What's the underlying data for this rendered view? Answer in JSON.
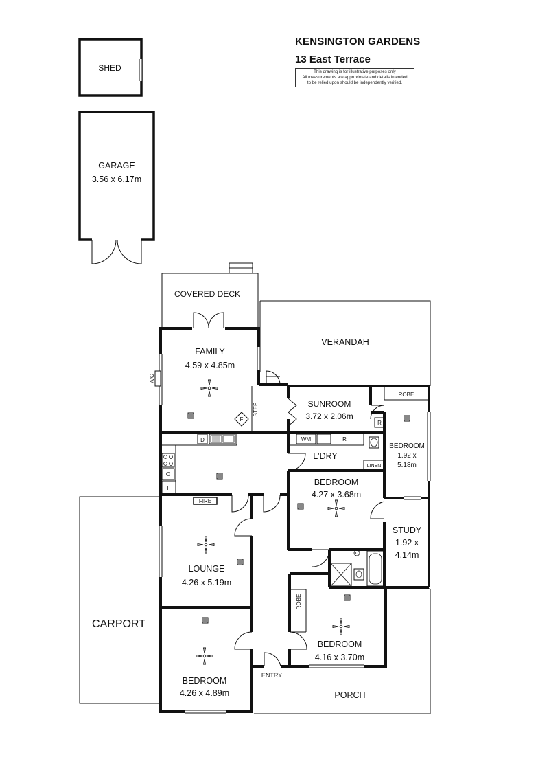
{
  "header": {
    "title": "KENSINGTON GARDENS",
    "address": "13 East Terrace",
    "disclaimer_line1": "This drawing is for illustrative purposes only",
    "disclaimer_line2": "All measurements are approximate and details intended",
    "disclaimer_line3": "to be relied upon should be independently verified."
  },
  "rooms": {
    "shed": "SHED",
    "garage": "GARAGE",
    "garage_size": "3.56 x 6.17m",
    "covered_deck": "COVERED DECK",
    "verandah": "VERANDAH",
    "family": "FAMILY",
    "family_size": "4.59 x 4.85m",
    "sunroom": "SUNROOM",
    "sunroom_size": "3.72 x 2.06m",
    "laundry": "L'DRY",
    "bedroom_main": "BEDROOM",
    "bedroom_main_size": "4.27 x 3.68m",
    "bedroom_right": "BEDROOM",
    "bedroom_right_size1": "1.92 x",
    "bedroom_right_size2": "5.18m",
    "study": "STUDY",
    "study_size1": "1.92 x",
    "study_size2": "4.14m",
    "lounge": "LOUNGE",
    "lounge_size": "4.26 x 5.19m",
    "bedroom_front_right": "BEDROOM",
    "bedroom_front_right_size": "4.16 x 3.70m",
    "bedroom_front_left": "BEDROOM",
    "bedroom_front_left_size": "4.26 x 4.89m",
    "carport": "CARPORT",
    "entry": "ENTRY",
    "porch": "PORCH"
  },
  "fixtures": {
    "ac": "A/C",
    "step": "STEP",
    "fridge_family": "F",
    "dishwasher": "D",
    "oven": "O",
    "fridge_kitchen": "F",
    "fire": "FIRE",
    "wm": "WM",
    "r_laundry": "R",
    "r_bedroom": "R",
    "linen": "LINEN",
    "robe_top": "ROBE",
    "robe_side": "ROBE"
  }
}
